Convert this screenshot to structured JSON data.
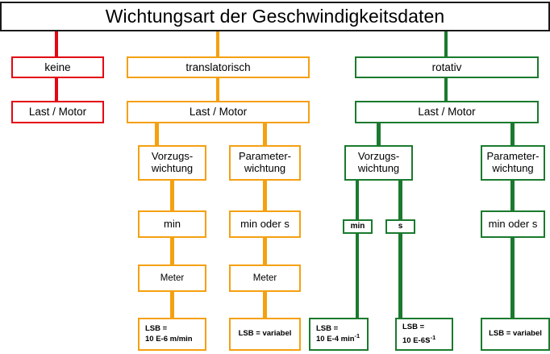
{
  "title": {
    "label": "Wichtungsart der Geschwindigkeitsdaten"
  },
  "colors": {
    "title_border": "#1a1a1a",
    "none_branch": "#e30613",
    "translational_branch": "#f5a011",
    "rotational_branch": "#1a7a2e",
    "background": "#ffffff",
    "text": "#000000"
  },
  "branches": {
    "none": {
      "header": "keine",
      "load_motor": "Last / Motor"
    },
    "translational": {
      "header": "translatorisch",
      "load_motor": "Last / Motor",
      "columns": [
        {
          "weighting": "Vorzugs-\nwichtung",
          "weighting_line1": "Vorzugs-",
          "weighting_line2": "wichtung",
          "unit": "min",
          "distance": "Meter",
          "lsb_line1": "LSB =",
          "lsb_line2": "10 E-6 m/min"
        },
        {
          "weighting_line1": "Parameter-",
          "weighting_line2": "wichtung",
          "unit": "min oder s",
          "distance": "Meter",
          "lsb_line1": "LSB = variabel",
          "lsb_line2": ""
        }
      ]
    },
    "rotational": {
      "header": "rotativ",
      "load_motor": "Last / Motor",
      "columns": [
        {
          "weighting_line1": "Vorzugs-",
          "weighting_line2": "wichtung",
          "unit_a": "min",
          "unit_b": "s",
          "lsb_a_line1": "LSB =",
          "lsb_a_line2_base": "10 E-4 min",
          "lsb_a_line2_exp": "-1",
          "lsb_b_line1": "LSB =",
          "lsb_b_line2_base": "10 E-6",
          "lsb_b_line2_unit": "s",
          "lsb_b_line2_exp": "-1"
        },
        {
          "weighting_line1": "Parameter-",
          "weighting_line2": "wichtung",
          "unit": "min oder s",
          "lsb_line1": "LSB = variabel"
        }
      ]
    }
  }
}
